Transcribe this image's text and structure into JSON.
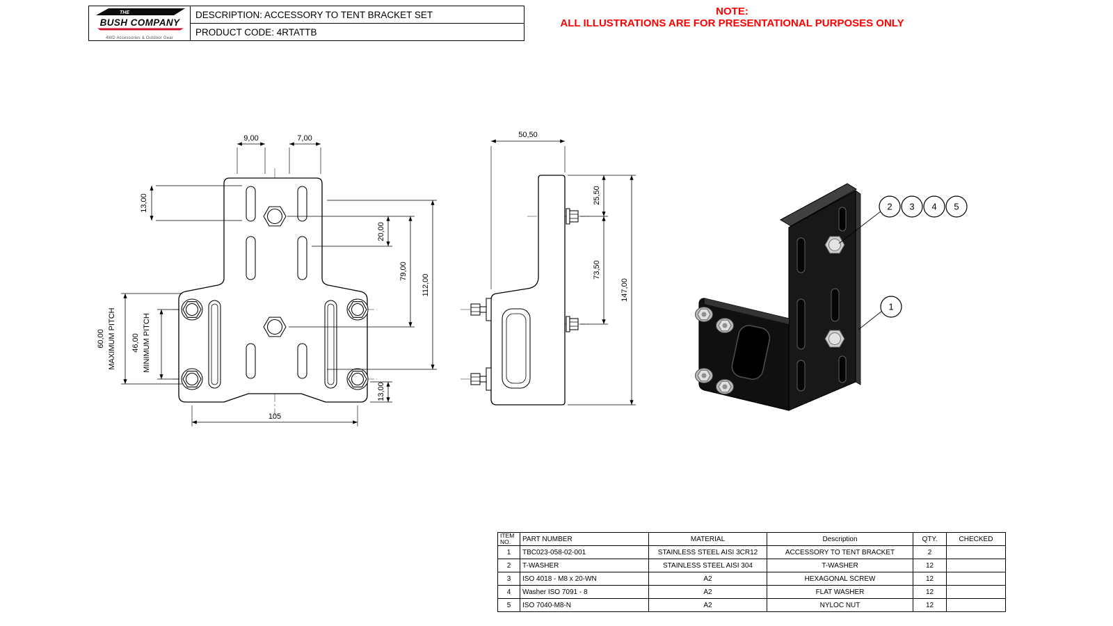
{
  "title_block": {
    "logo": {
      "the": "THE",
      "name": "BUSH COMPANY",
      "tagline": "4WD Accessories & Outdoor Gear"
    },
    "description": "DESCRIPTION: ACCESSORY TO TENT BRACKET SET",
    "product_code": "PRODUCT CODE: 4RTATTB"
  },
  "note": {
    "title": "NOTE:",
    "body": "ALL ILLUSTRATIONS ARE FOR PRESENTATIONAL PURPOSES ONLY"
  },
  "front_view": {
    "dims": {
      "slot_offset_left": "9,00",
      "slot_offset_right": "7,00",
      "slot_height": "13,00",
      "bolt_offset": "20,00",
      "bolt_spacing": "79,00",
      "overall_height": "112,00",
      "max_pitch_value": "60,00",
      "max_pitch_label": "MAXIMUM PITCH",
      "min_pitch_value": "46,00",
      "min_pitch_label": "MINIMUM PITCH",
      "base_width": "105",
      "bottom_offset": "13,00"
    }
  },
  "side_view": {
    "dims": {
      "depth": "50,50",
      "top_offset": "25,50",
      "hole_spacing": "73,50",
      "height": "147,00"
    }
  },
  "iso_view": {
    "balloons": [
      "1",
      "2",
      "3",
      "4",
      "5"
    ]
  },
  "bom": {
    "headers": {
      "item": "ITEM\nNO.",
      "part": "PART NUMBER",
      "material": "MATERIAL",
      "description": "Description",
      "qty": "QTY.",
      "checked": "CHECKED"
    },
    "rows": [
      {
        "item": "1",
        "part": "TBC023-058-02-001",
        "material": "STAINLESS STEEL AISI 3CR12",
        "description": "ACCESSORY TO TENT BRACKET",
        "qty": "2",
        "checked": ""
      },
      {
        "item": "2",
        "part": "T-WASHER",
        "material": "STAINLESS STEEL AISI 304",
        "description": "T-WASHER",
        "qty": "12",
        "checked": ""
      },
      {
        "item": "3",
        "part": "ISO 4018 - M8 x 20-WN",
        "material": "A2",
        "description": "HEXAGONAL SCREW",
        "qty": "12",
        "checked": ""
      },
      {
        "item": "4",
        "part": "Washer ISO 7091 - 8",
        "material": "A2",
        "description": "FLAT WASHER",
        "qty": "12",
        "checked": ""
      },
      {
        "item": "5",
        "part": "ISO 7040-M8-N",
        "material": "A2",
        "description": "NYLOC NUT",
        "qty": "12",
        "checked": ""
      }
    ]
  }
}
